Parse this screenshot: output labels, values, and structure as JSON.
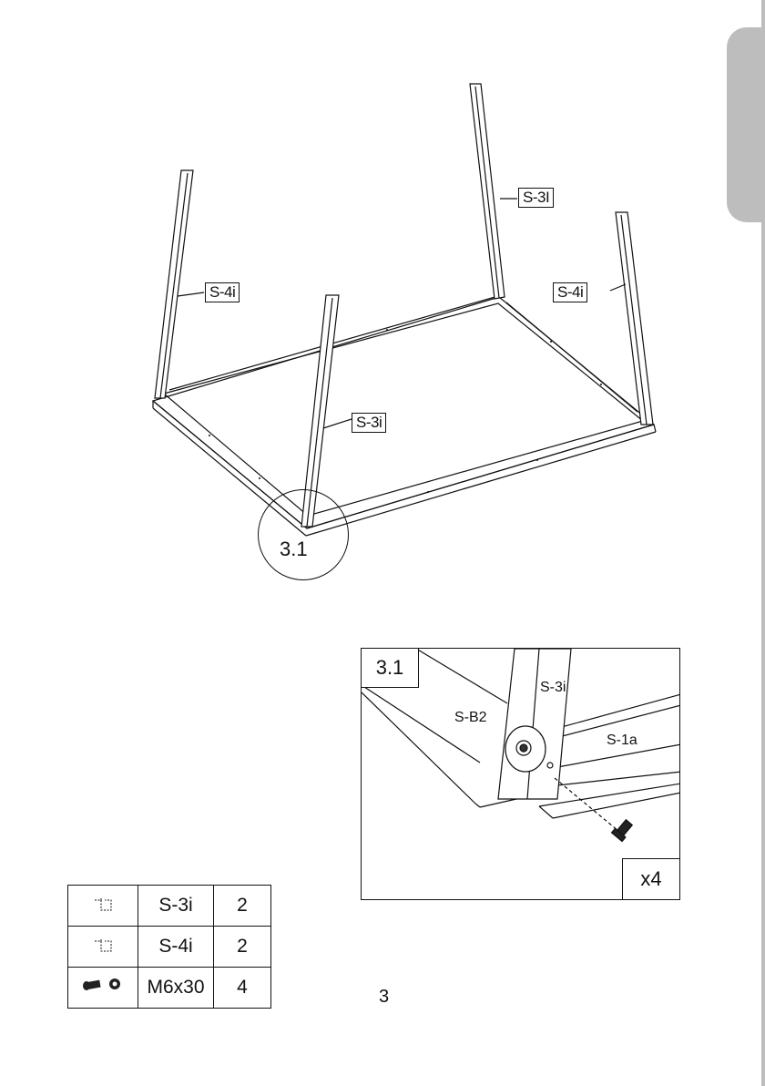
{
  "main": {
    "callouts": {
      "s3i_back": "S-3I",
      "s4i_left": "S-4i",
      "s4i_right": "S-4i",
      "s3i_front": "S-3i"
    },
    "zoom_label": "3.1"
  },
  "detail": {
    "tag": "3.1",
    "labels": {
      "s3i": "S-3i",
      "sb2": "S-B2",
      "s1a": "S-1a"
    },
    "quantity": "x4"
  },
  "parts_table": {
    "rows": [
      {
        "icon": "bracket-icon",
        "part": "S-3i",
        "qty": "2"
      },
      {
        "icon": "bracket-icon",
        "part": "S-4i",
        "qty": "2"
      },
      {
        "icon": "bolt-nut-icon",
        "part": "M6x30",
        "qty": "4"
      }
    ]
  },
  "page_number": "3",
  "colors": {
    "line": "#111111",
    "tab": "#bdbdbd"
  }
}
